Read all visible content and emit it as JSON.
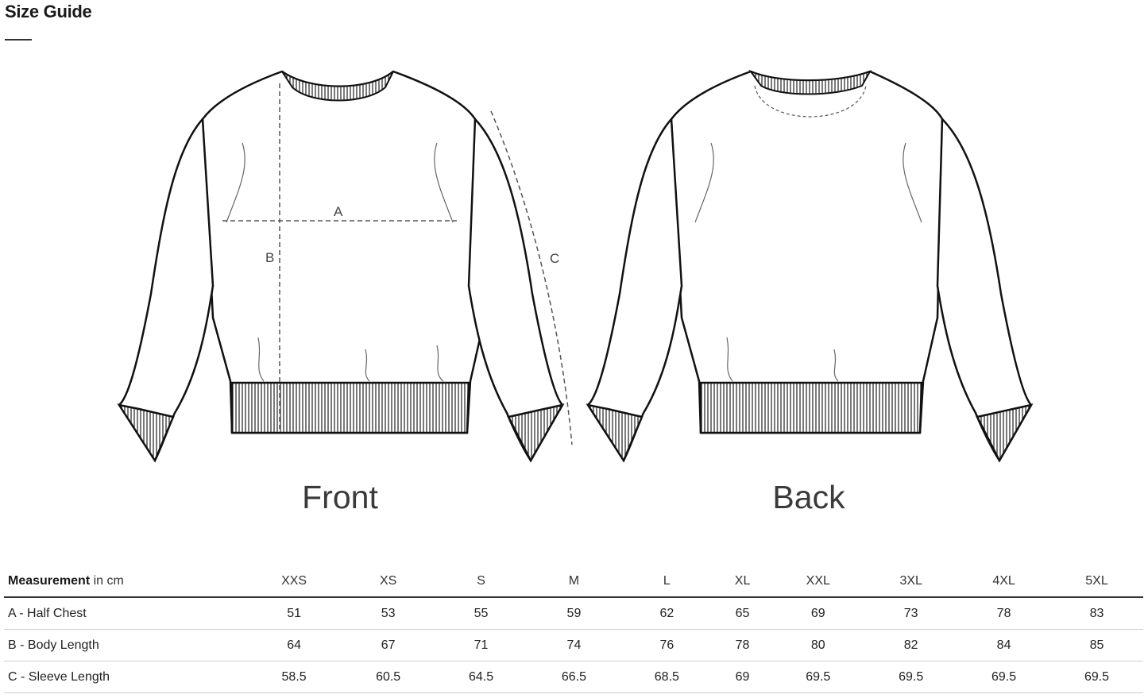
{
  "page": {
    "title": "Size Guide"
  },
  "figures": {
    "front_label": "Front",
    "back_label": "Back",
    "marker_a": "A",
    "marker_b": "B",
    "marker_c": "C"
  },
  "table": {
    "header_bold": "Measurement",
    "header_unit": " in cm",
    "sizes": [
      "XXS",
      "XS",
      "S",
      "M",
      "L",
      "XL",
      "XXL",
      "3XL",
      "4XL",
      "5XL"
    ],
    "rows": [
      {
        "label": "A - Half Chest",
        "values": [
          "51",
          "53",
          "55",
          "59",
          "62",
          "65",
          "69",
          "73",
          "78",
          "83"
        ]
      },
      {
        "label": "B - Body Length",
        "values": [
          "64",
          "67",
          "71",
          "74",
          "76",
          "78",
          "80",
          "82",
          "84",
          "85"
        ]
      },
      {
        "label": "C - Sleeve Length",
        "values": [
          "58.5",
          "60.5",
          "64.5",
          "66.5",
          "68.5",
          "69",
          "69.5",
          "69.5",
          "69.5",
          "69.5"
        ]
      }
    ]
  }
}
